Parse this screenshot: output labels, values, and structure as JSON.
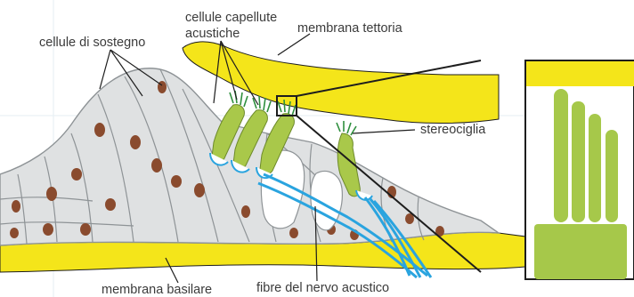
{
  "labels": {
    "supporting_cells": "cellule di sostegno",
    "hair_cells_line1": "cellule capellute",
    "hair_cells_line2": "acustiche",
    "tectorial_membrane": "membrana tettoria",
    "stereocilia": "stereociglia",
    "basilar_membrane": "membrana basilare",
    "nerve_fibers": "fibre del nervo acustico"
  },
  "colors": {
    "membrane_yellow": "#f4e51a",
    "cell_gray": "#dfe1e2",
    "cell_outline": "#8e9396",
    "nucleus_brown": "#8a4b2e",
    "hair_cell_green": "#a9c84a",
    "stereocilia_green": "#2f8f3e",
    "nerve_blue": "#2aa4df",
    "inset_green": "#a6c84a",
    "label_text": "#3b3b3b"
  }
}
